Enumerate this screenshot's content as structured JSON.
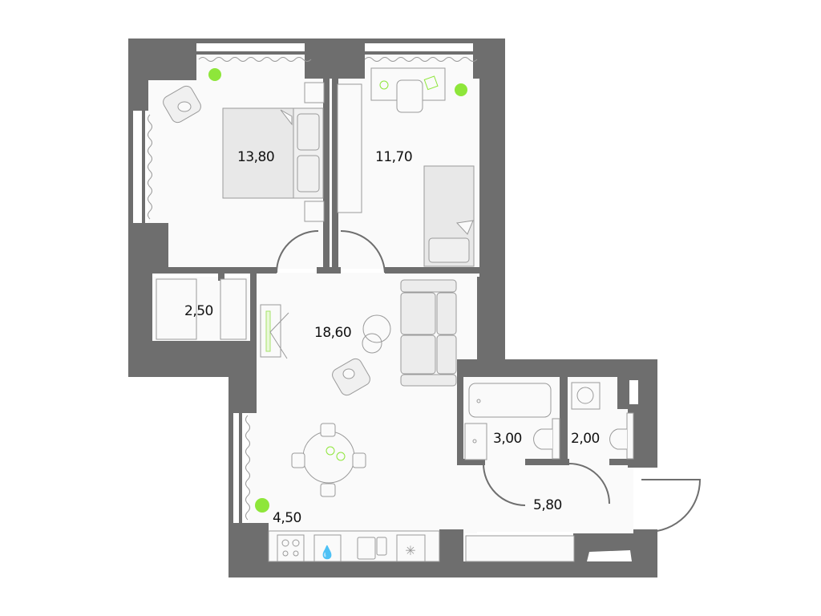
{
  "plan": {
    "title": "Apartment floor plan",
    "colors": {
      "wall": "#6e6e6e",
      "floor": "#fafafa",
      "furniture_fill": "#ececec",
      "furniture_stroke": "#9a9a9a",
      "accent_green": "#8ee63a"
    },
    "rooms": [
      {
        "id": "bedroom-1",
        "area": "13,80"
      },
      {
        "id": "bedroom-2",
        "area": "11,70"
      },
      {
        "id": "wardrobe",
        "area": "2,50"
      },
      {
        "id": "living-room",
        "area": "18,60"
      },
      {
        "id": "kitchen",
        "area": "4,50"
      },
      {
        "id": "bathroom",
        "area": "3,00"
      },
      {
        "id": "toilet",
        "area": "2,00"
      },
      {
        "id": "hallway",
        "area": "5,80"
      }
    ]
  }
}
